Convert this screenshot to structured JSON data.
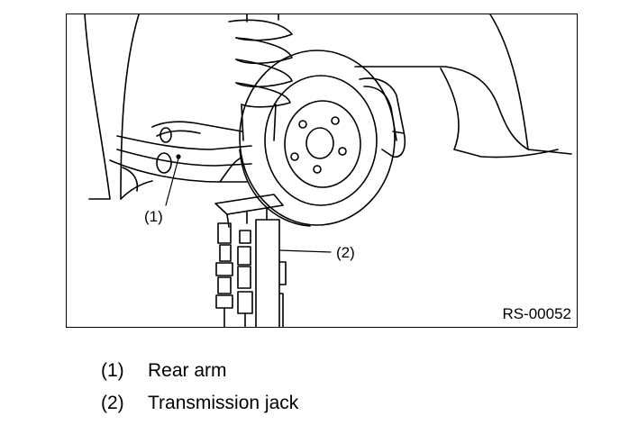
{
  "figure": {
    "code": "RS-00052",
    "callouts": [
      {
        "num": "(1)"
      },
      {
        "num": "(2)"
      }
    ]
  },
  "legend": {
    "items": [
      {
        "num": "(1)",
        "label": "Rear arm"
      },
      {
        "num": "(2)",
        "label": "Transmission jack"
      }
    ]
  },
  "colors": {
    "line": "#000000",
    "background": "#ffffff"
  }
}
